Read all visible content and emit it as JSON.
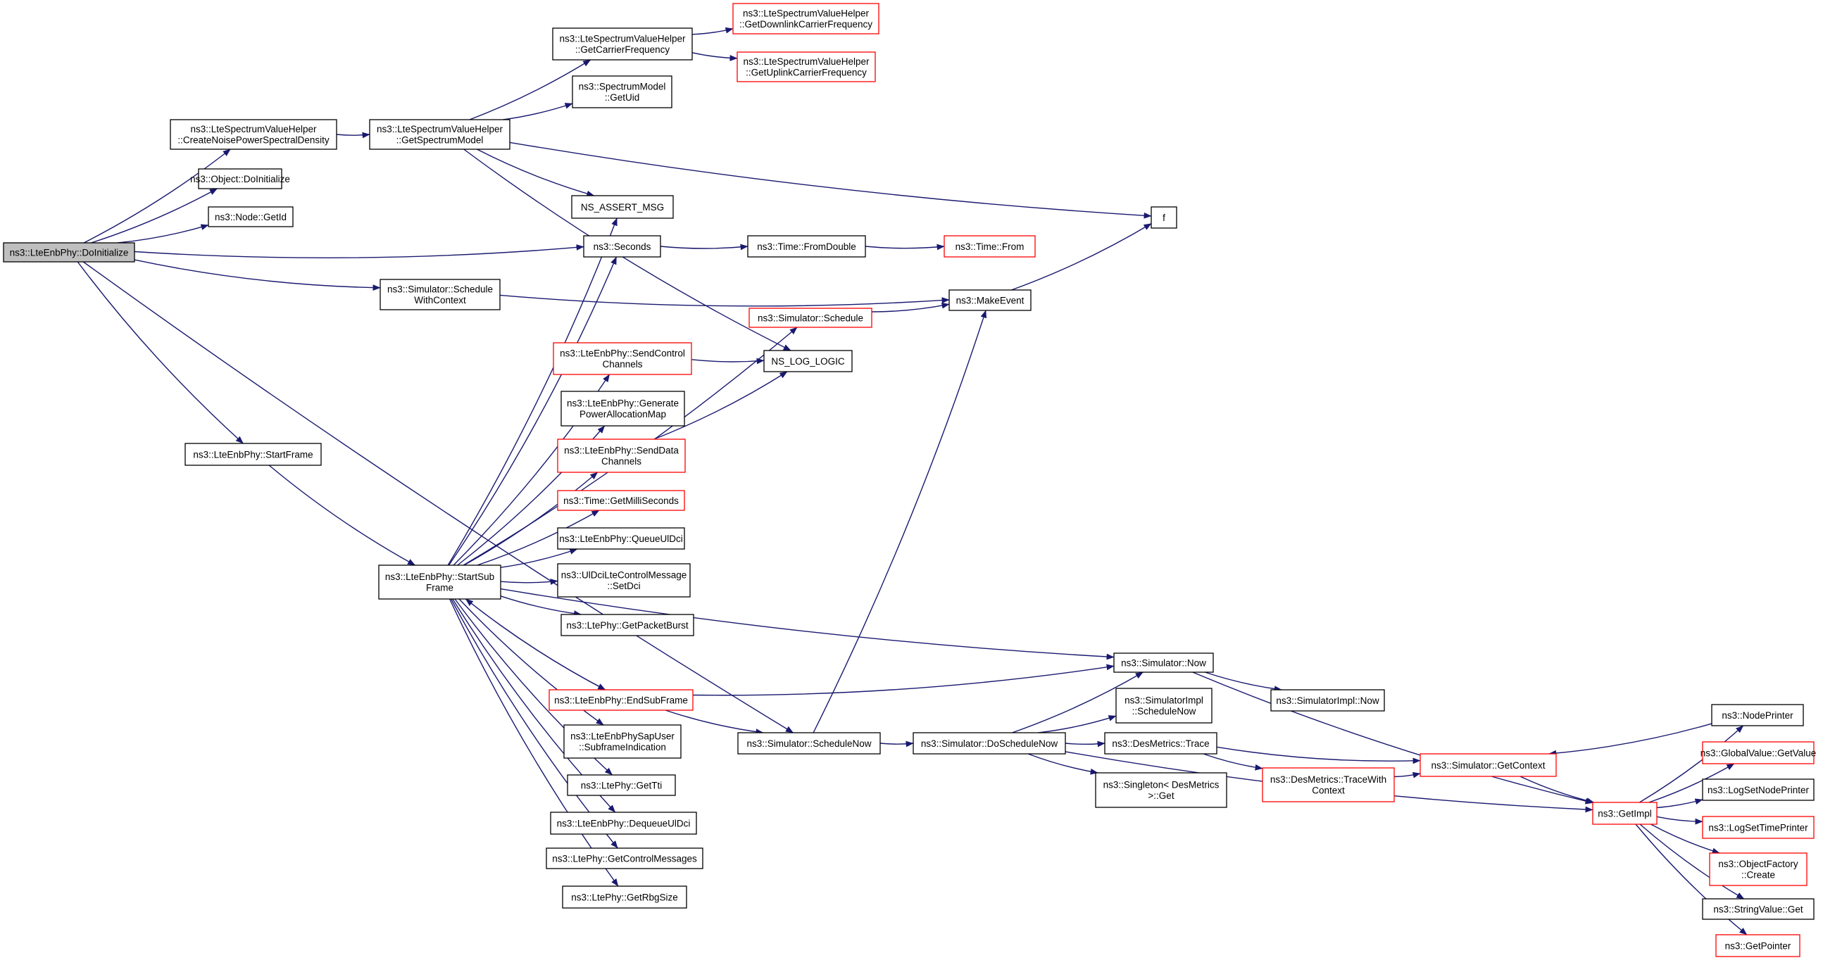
{
  "colors": {
    "edge": "#191970",
    "box_border": "#000000",
    "truncated_border": "#ff0000",
    "root_fill": "#bfbfbf",
    "node_fill": "#ffffff"
  },
  "nodes": [
    {
      "id": "root",
      "lines": [
        "ns3::LteEnbPhy::DoInitialize"
      ],
      "style": "root"
    },
    {
      "id": "createNoise",
      "lines": [
        "ns3::LteSpectrumValueHelper",
        "::CreateNoisePowerSpectralDensity"
      ],
      "style": "normal"
    },
    {
      "id": "objDoInit",
      "lines": [
        "ns3::Object::DoInitialize"
      ],
      "style": "normal"
    },
    {
      "id": "nodeGetId",
      "lines": [
        "ns3::Node::GetId"
      ],
      "style": "normal"
    },
    {
      "id": "startFrame",
      "lines": [
        "ns3::LteEnbPhy::StartFrame"
      ],
      "style": "normal"
    },
    {
      "id": "getSpectrumModel",
      "lines": [
        "ns3::LteSpectrumValueHelper",
        "::GetSpectrumModel"
      ],
      "style": "normal"
    },
    {
      "id": "getCarrierFreq",
      "lines": [
        "ns3::LteSpectrumValueHelper",
        "::GetCarrierFrequency"
      ],
      "style": "normal"
    },
    {
      "id": "getDownlinkFreq",
      "lines": [
        "ns3::LteSpectrumValueHelper",
        "::GetDownlinkCarrierFrequency"
      ],
      "style": "truncated"
    },
    {
      "id": "getUplinkFreq",
      "lines": [
        "ns3::LteSpectrumValueHelper",
        "::GetUplinkCarrierFrequency"
      ],
      "style": "truncated"
    },
    {
      "id": "spectrumGetUid",
      "lines": [
        "ns3::SpectrumModel",
        "::GetUid"
      ],
      "style": "normal"
    },
    {
      "id": "nsAssertMsg",
      "lines": [
        "NS_ASSERT_MSG"
      ],
      "style": "normal"
    },
    {
      "id": "seconds",
      "lines": [
        "ns3::Seconds"
      ],
      "style": "normal"
    },
    {
      "id": "fromDouble",
      "lines": [
        "ns3::Time::FromDouble"
      ],
      "style": "normal"
    },
    {
      "id": "timeFrom",
      "lines": [
        "ns3::Time::From"
      ],
      "style": "truncated"
    },
    {
      "id": "fFunc",
      "lines": [
        "f"
      ],
      "style": "normal"
    },
    {
      "id": "scheduleWithCtx",
      "lines": [
        "ns3::Simulator::Schedule",
        "WithContext"
      ],
      "style": "normal"
    },
    {
      "id": "simSchedule",
      "lines": [
        "ns3::Simulator::Schedule"
      ],
      "style": "truncated"
    },
    {
      "id": "makeEvent",
      "lines": [
        "ns3::MakeEvent"
      ],
      "style": "normal"
    },
    {
      "id": "nsLogLogic",
      "lines": [
        "NS_LOG_LOGIC"
      ],
      "style": "normal"
    },
    {
      "id": "sendControl",
      "lines": [
        "ns3::LteEnbPhy::SendControl",
        "Channels"
      ],
      "style": "truncated"
    },
    {
      "id": "genPowerAlloc",
      "lines": [
        "ns3::LteEnbPhy::Generate",
        "PowerAllocationMap"
      ],
      "style": "normal"
    },
    {
      "id": "sendData",
      "lines": [
        "ns3::LteEnbPhy::SendData",
        "Channels"
      ],
      "style": "truncated"
    },
    {
      "id": "getMilli",
      "lines": [
        "ns3::Time::GetMilliSeconds"
      ],
      "style": "truncated"
    },
    {
      "id": "queueUl",
      "lines": [
        "ns3::LteEnbPhy::QueueUlDci"
      ],
      "style": "normal"
    },
    {
      "id": "ulDciSetDci",
      "lines": [
        "ns3::UlDciLteControlMessage",
        "::SetDci"
      ],
      "style": "normal"
    },
    {
      "id": "getPacketBurst",
      "lines": [
        "ns3::LtePhy::GetPacketBurst"
      ],
      "style": "normal"
    },
    {
      "id": "startSubFrame",
      "lines": [
        "ns3::LteEnbPhy::StartSub",
        "Frame"
      ],
      "style": "normal"
    },
    {
      "id": "endSubFrame",
      "lines": [
        "ns3::LteEnbPhy::EndSubFrame"
      ],
      "style": "truncated"
    },
    {
      "id": "subframeInd",
      "lines": [
        "ns3::LteEnbPhySapUser",
        "::SubframeIndication"
      ],
      "style": "normal"
    },
    {
      "id": "getTti",
      "lines": [
        "ns3::LtePhy::GetTti"
      ],
      "style": "normal"
    },
    {
      "id": "dequeueUl",
      "lines": [
        "ns3::LteEnbPhy::DequeueUlDci"
      ],
      "style": "normal"
    },
    {
      "id": "getCtrlMsgs",
      "lines": [
        "ns3::LtePhy::GetControlMessages"
      ],
      "style": "normal"
    },
    {
      "id": "getRbgSize",
      "lines": [
        "ns3::LtePhy::GetRbgSize"
      ],
      "style": "normal"
    },
    {
      "id": "simNow",
      "lines": [
        "ns3::Simulator::Now"
      ],
      "style": "normal"
    },
    {
      "id": "simImplNow",
      "lines": [
        "ns3::SimulatorImpl::Now"
      ],
      "style": "normal"
    },
    {
      "id": "simImplSchedNow",
      "lines": [
        "ns3::SimulatorImpl",
        "::ScheduleNow"
      ],
      "style": "normal"
    },
    {
      "id": "simScheduleNow",
      "lines": [
        "ns3::Simulator::ScheduleNow"
      ],
      "style": "normal"
    },
    {
      "id": "simDoScheduleNow",
      "lines": [
        "ns3::Simulator::DoScheduleNow"
      ],
      "style": "normal"
    },
    {
      "id": "desTrace",
      "lines": [
        "ns3::DesMetrics::Trace"
      ],
      "style": "normal"
    },
    {
      "id": "desTraceWithCtx",
      "lines": [
        "ns3::DesMetrics::TraceWith",
        "Context"
      ],
      "style": "truncated"
    },
    {
      "id": "singletonGet",
      "lines": [
        "ns3::Singleton< DesMetrics",
        ">::Get"
      ],
      "style": "normal"
    },
    {
      "id": "simGetContext",
      "lines": [
        "ns3::Simulator::GetContext"
      ],
      "style": "truncated"
    },
    {
      "id": "getImpl",
      "lines": [
        "ns3::GetImpl"
      ],
      "style": "truncated"
    },
    {
      "id": "nodePrinter",
      "lines": [
        "ns3::NodePrinter"
      ],
      "style": "normal"
    },
    {
      "id": "globalGetValue",
      "lines": [
        "ns3::GlobalValue::GetValue"
      ],
      "style": "truncated"
    },
    {
      "id": "logSetNodePrinter",
      "lines": [
        "ns3::LogSetNodePrinter"
      ],
      "style": "normal"
    },
    {
      "id": "logSetTimePrinter",
      "lines": [
        "ns3::LogSetTimePrinter"
      ],
      "style": "truncated"
    },
    {
      "id": "objFactoryCreate",
      "lines": [
        "ns3::ObjectFactory",
        "::Create"
      ],
      "style": "truncated"
    },
    {
      "id": "stringValueGet",
      "lines": [
        "ns3::StringValue::Get"
      ],
      "style": "normal"
    },
    {
      "id": "getPointer",
      "lines": [
        "ns3::GetPointer"
      ],
      "style": "truncated"
    }
  ],
  "edges": [
    [
      "root",
      "createNoise"
    ],
    [
      "root",
      "objDoInit"
    ],
    [
      "root",
      "nodeGetId"
    ],
    [
      "root",
      "seconds"
    ],
    [
      "root",
      "scheduleWithCtx"
    ],
    [
      "root",
      "startFrame"
    ],
    [
      "root",
      "simScheduleNow"
    ],
    [
      "createNoise",
      "getSpectrumModel"
    ],
    [
      "getSpectrumModel",
      "getCarrierFreq"
    ],
    [
      "getSpectrumModel",
      "spectrumGetUid"
    ],
    [
      "getSpectrumModel",
      "nsAssertMsg"
    ],
    [
      "getSpectrumModel",
      "fFunc"
    ],
    [
      "getSpectrumModel",
      "nsLogLogic"
    ],
    [
      "getCarrierFreq",
      "getDownlinkFreq"
    ],
    [
      "getCarrierFreq",
      "getUplinkFreq"
    ],
    [
      "seconds",
      "fromDouble"
    ],
    [
      "fromDouble",
      "timeFrom"
    ],
    [
      "scheduleWithCtx",
      "makeEvent"
    ],
    [
      "simSchedule",
      "makeEvent"
    ],
    [
      "makeEvent",
      "fFunc"
    ],
    [
      "startFrame",
      "startSubFrame"
    ],
    [
      "startSubFrame",
      "nsAssertMsg"
    ],
    [
      "startSubFrame",
      "seconds"
    ],
    [
      "startSubFrame",
      "simSchedule"
    ],
    [
      "startSubFrame",
      "sendControl"
    ],
    [
      "startSubFrame",
      "genPowerAlloc"
    ],
    [
      "startSubFrame",
      "sendData"
    ],
    [
      "startSubFrame",
      "getMilli"
    ],
    [
      "startSubFrame",
      "queueUl"
    ],
    [
      "startSubFrame",
      "ulDciSetDci"
    ],
    [
      "startSubFrame",
      "getPacketBurst"
    ],
    [
      "startSubFrame",
      "simNow"
    ],
    [
      "startSubFrame",
      "endSubFrame"
    ],
    [
      "startSubFrame",
      "subframeInd"
    ],
    [
      "startSubFrame",
      "getTti"
    ],
    [
      "startSubFrame",
      "dequeueUl"
    ],
    [
      "startSubFrame",
      "getCtrlMsgs"
    ],
    [
      "startSubFrame",
      "getRbgSize"
    ],
    [
      "sendControl",
      "nsLogLogic"
    ],
    [
      "sendData",
      "nsLogLogic"
    ],
    [
      "endSubFrame",
      "startSubFrame"
    ],
    [
      "endSubFrame",
      "simNow"
    ],
    [
      "endSubFrame",
      "simScheduleNow"
    ],
    [
      "simScheduleNow",
      "makeEvent"
    ],
    [
      "simScheduleNow",
      "simDoScheduleNow"
    ],
    [
      "simNow",
      "simImplNow"
    ],
    [
      "simNow",
      "getImpl"
    ],
    [
      "simDoScheduleNow",
      "simNow"
    ],
    [
      "simDoScheduleNow",
      "simImplSchedNow"
    ],
    [
      "simDoScheduleNow",
      "desTrace"
    ],
    [
      "simDoScheduleNow",
      "singletonGet"
    ],
    [
      "simDoScheduleNow",
      "getImpl"
    ],
    [
      "desTrace",
      "simGetContext"
    ],
    [
      "desTrace",
      "desTraceWithCtx"
    ],
    [
      "desTraceWithCtx",
      "simGetContext"
    ],
    [
      "simGetContext",
      "getImpl"
    ],
    [
      "getImpl",
      "nodePrinter"
    ],
    [
      "getImpl",
      "globalGetValue"
    ],
    [
      "getImpl",
      "logSetNodePrinter"
    ],
    [
      "getImpl",
      "logSetTimePrinter"
    ],
    [
      "getImpl",
      "objFactoryCreate"
    ],
    [
      "getImpl",
      "stringValueGet"
    ],
    [
      "getImpl",
      "getPointer"
    ],
    [
      "nodePrinter",
      "simGetContext"
    ]
  ]
}
